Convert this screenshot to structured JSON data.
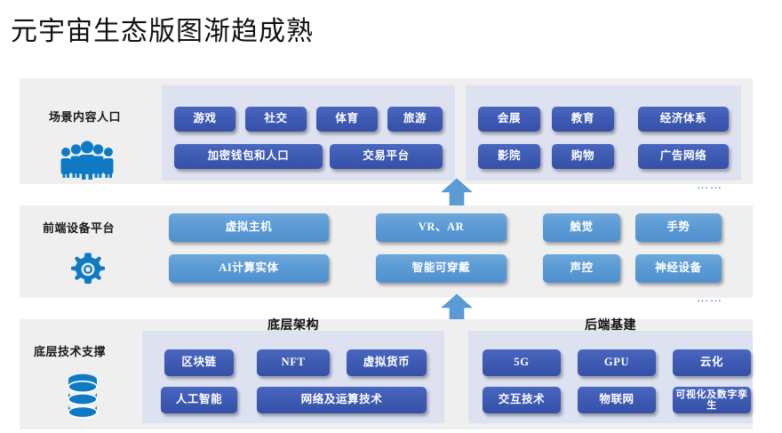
{
  "title": "元宇宙生态版图渐趋成熟",
  "colors": {
    "band_bg": "#efefef",
    "subpanel_bg": "#dde1f0",
    "chip_dark": "#3f5bb4",
    "chip_light": "#5b9bd5",
    "icon_blue": "#0f7ac4",
    "arrow_blue": "#5b9bd5",
    "title_text": "#111111"
  },
  "rows": [
    {
      "id": "scene-content-entry",
      "label": "场景内容人口",
      "icon": "people-group-icon",
      "ellipsis": "……",
      "groups": [
        {
          "id": "left",
          "heading": "",
          "chips": [
            {
              "label": "游戏"
            },
            {
              "label": "社交"
            },
            {
              "label": "体育"
            },
            {
              "label": "旅游"
            },
            {
              "label": "加密钱包和人口"
            },
            {
              "label": "交易平台"
            }
          ]
        },
        {
          "id": "right",
          "heading": "",
          "chips": [
            {
              "label": "会展"
            },
            {
              "label": "教育"
            },
            {
              "label": "经济体系"
            },
            {
              "label": "影院"
            },
            {
              "label": "购物"
            },
            {
              "label": "广告网络"
            }
          ]
        }
      ]
    },
    {
      "id": "frontend-device-platform",
      "label": "前端设备平台",
      "icon": "gear-icon",
      "ellipsis": "……",
      "groups": [
        {
          "id": "all",
          "heading": "",
          "chips": [
            {
              "label": "虚拟主机"
            },
            {
              "label": "VR、AR"
            },
            {
              "label": "触觉"
            },
            {
              "label": "手势"
            },
            {
              "label": "AI计算实体"
            },
            {
              "label": "智能可穿戴"
            },
            {
              "label": "声控"
            },
            {
              "label": "神经设备"
            }
          ]
        }
      ]
    },
    {
      "id": "underlying-tech-support",
      "label": "底层技术支撑",
      "icon": "database-icon",
      "ellipsis": "",
      "groups": [
        {
          "id": "architecture",
          "heading": "底层架构",
          "chips": [
            {
              "label": "区块链"
            },
            {
              "label": "NFT"
            },
            {
              "label": "虚拟货币"
            },
            {
              "label": "人工智能"
            },
            {
              "label": "网络及运算技术"
            }
          ]
        },
        {
          "id": "backend-infra",
          "heading": "后端基建",
          "chips": [
            {
              "label": "5G"
            },
            {
              "label": "GPU"
            },
            {
              "label": "云化"
            },
            {
              "label": "交互技术"
            },
            {
              "label": "物联网"
            },
            {
              "label": "可视化及数字孪生"
            }
          ]
        }
      ]
    }
  ],
  "arrows": [
    {
      "name": "up-arrow-tier2-to-tier1"
    },
    {
      "name": "up-arrow-tier3-to-tier2"
    }
  ]
}
